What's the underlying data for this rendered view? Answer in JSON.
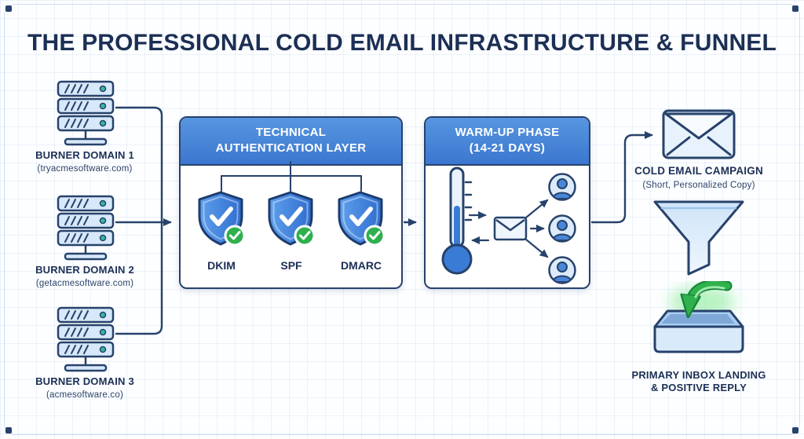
{
  "title": "THE PROFESSIONAL COLD EMAIL INFRASTRUCTURE & FUNNEL",
  "burner_domains": [
    {
      "label": "BURNER DOMAIN 1",
      "domain": "(tryacmesoftware.com)"
    },
    {
      "label": "BURNER DOMAIN 2",
      "domain": "(getacmesoftware.com)"
    },
    {
      "label": "BURNER DOMAIN 3",
      "domain": "(acmesoftware.co)"
    }
  ],
  "auth_layer": {
    "title_line1": "TECHNICAL",
    "title_line2": "AUTHENTICATION LAYER",
    "protocols": [
      "DKIM",
      "SPF",
      "DMARC"
    ]
  },
  "warmup": {
    "title_line1": "WARM-UP PHASE",
    "title_line2": "(14-21 DAYS)"
  },
  "campaign": {
    "label": "COLD EMAIL CAMPAIGN",
    "sublabel": "(Short, Personalized Copy)"
  },
  "outcome": {
    "label_line1": "PRIMARY INBOX LANDING",
    "label_line2": "& POSITIVE REPLY"
  },
  "icons": {
    "server": "server-stack-icon",
    "shield": "shield-check-icon",
    "badge": "green-check-badge-icon",
    "thermometer": "thermometer-icon",
    "envelope": "envelope-icon",
    "avatar": "person-avatar-icon",
    "funnel": "funnel-icon",
    "inbox": "inbox-tray-icon",
    "reply_arrow": "green-reply-arrow-icon"
  },
  "colors": {
    "navy": "#27426b",
    "header_blue_top": "#5796e0",
    "header_blue_bottom": "#3b77cf",
    "shield_blue": "#2e6cce",
    "light_blue_fill": "#dcebfa",
    "success_green": "#2fb24c",
    "grid_blue": "#78a5e1"
  }
}
